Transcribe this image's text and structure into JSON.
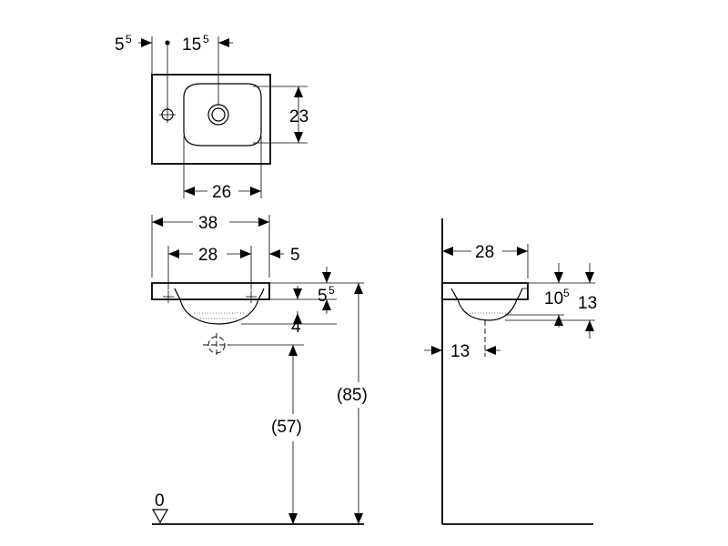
{
  "top_view": {
    "dim_left_main": "5",
    "dim_left_sup": "5",
    "dim_right_main": "15",
    "dim_right_sup": "5",
    "dim_height": "23",
    "dim_width": "26"
  },
  "front_view": {
    "dim_overall": "38",
    "dim_inner": "28",
    "dim_edge": "5",
    "dim_rim_main": "5",
    "dim_rim_sup": "5",
    "dim_depth": "4",
    "dim_drain_height": "(57)",
    "dim_total_height": "(85)",
    "floor_level": "0"
  },
  "side_view": {
    "dim_projection": "28",
    "dim_inner_main": "10",
    "dim_inner_sup": "5",
    "dim_outer": "13",
    "dim_drain_offset": "13"
  },
  "colors": {
    "line": "#000000",
    "background": "#ffffff"
  }
}
